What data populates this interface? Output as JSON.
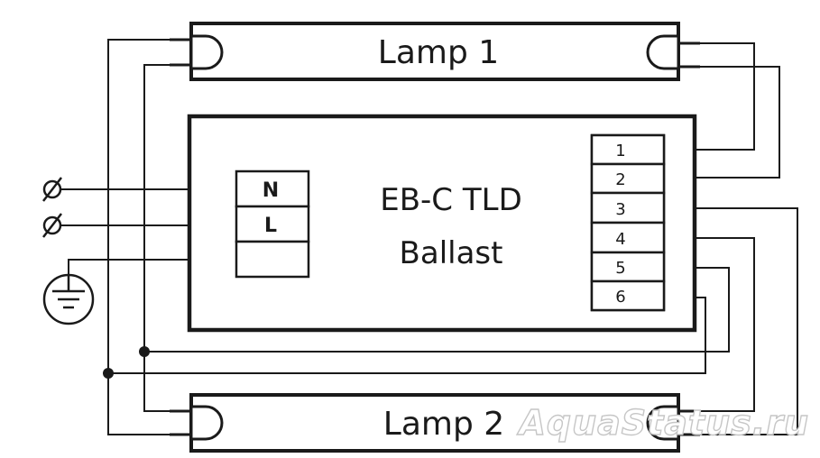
{
  "lamps": [
    {
      "label": "Lamp 1"
    },
    {
      "label": "Lamp 2"
    }
  ],
  "ballast": {
    "title": "EB-C TLD",
    "subtitle": "Ballast"
  },
  "input_terminals": [
    "N",
    "L",
    ""
  ],
  "output_terminals": [
    "1",
    "2",
    "3",
    "4",
    "5",
    "6"
  ],
  "watermark": "AquaStatus.ru"
}
